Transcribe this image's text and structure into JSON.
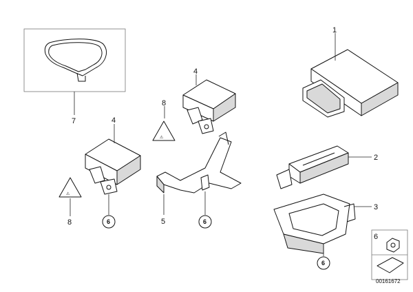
{
  "callouts": {
    "part_1": "1",
    "part_2": "2",
    "part_3": "3",
    "part_4a": "4",
    "part_4b": "4",
    "part_5": "5",
    "part_6": "6",
    "part_7": "7",
    "part_8a": "8",
    "part_8b": "8"
  },
  "circle_labels": {
    "left": "6",
    "middle": "6",
    "bottom_right": "6"
  },
  "diagram_number": "00161672"
}
